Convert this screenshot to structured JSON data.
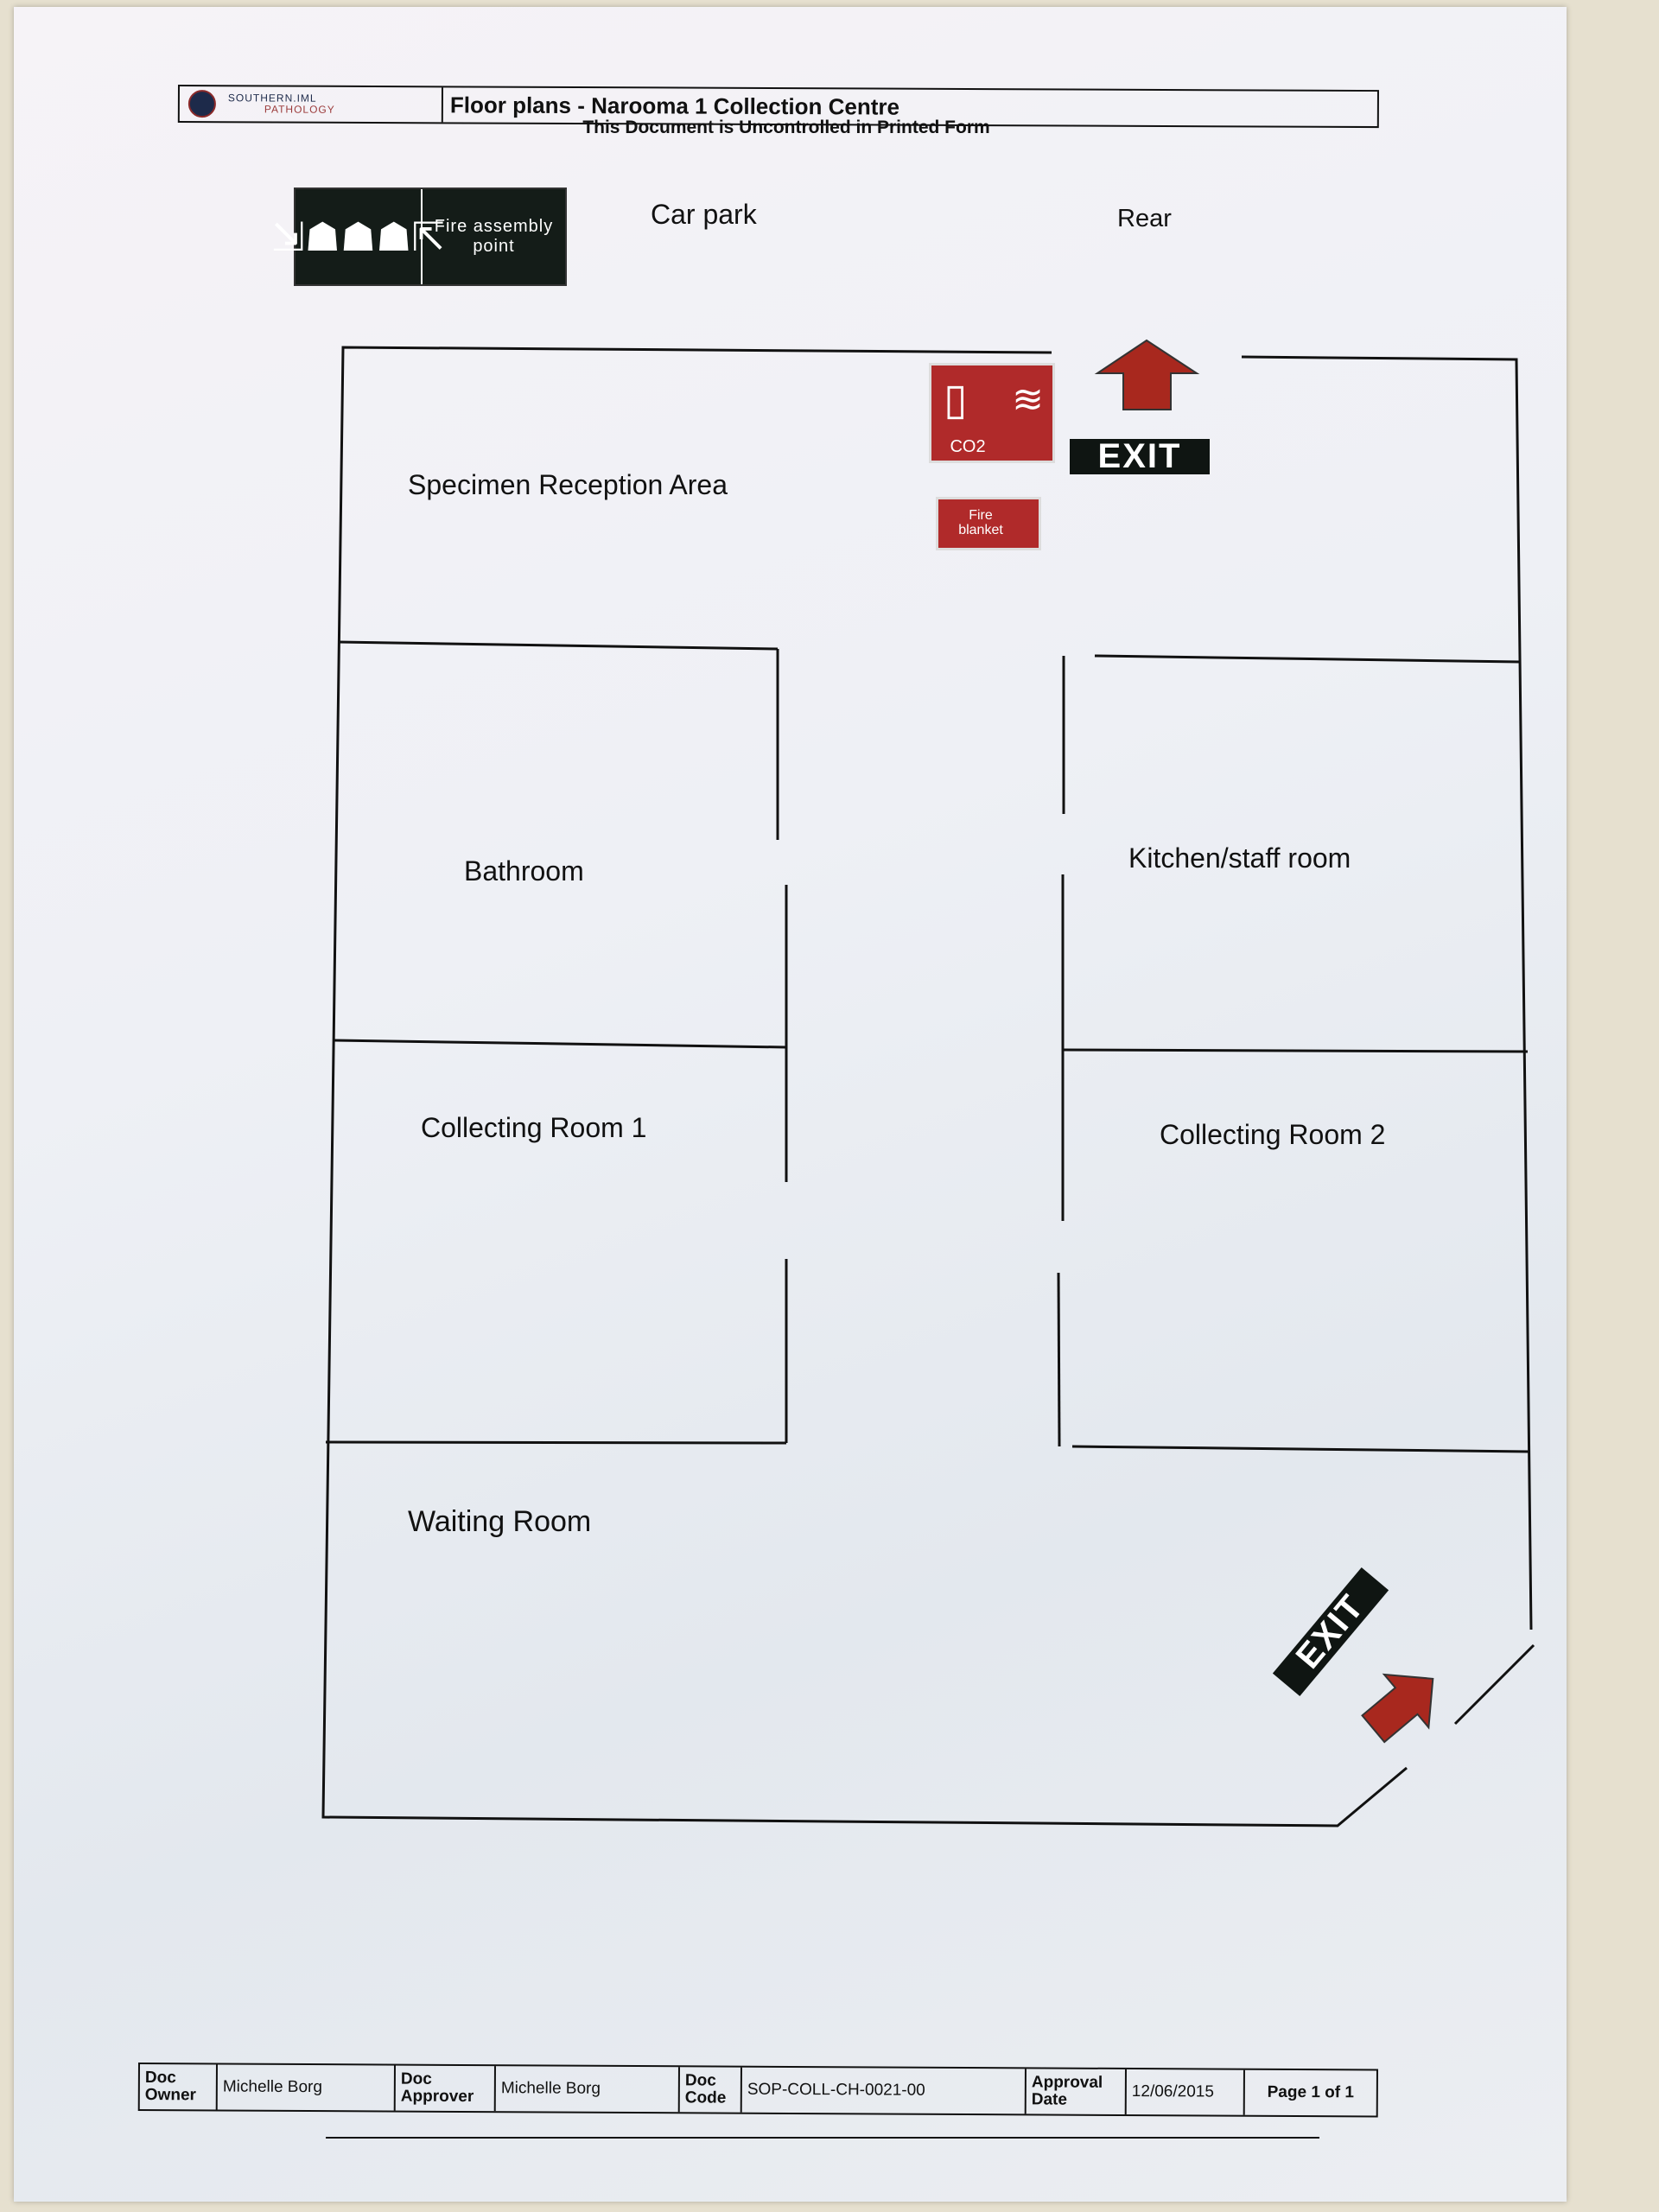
{
  "header": {
    "logo_line1": "SOUTHERN.IML",
    "logo_line2": "PATHOLOGY",
    "title": "Floor plans - Narooma 1 Collection Centre",
    "subtitle": "This Document is Uncontrolled in Printed Form"
  },
  "signs": {
    "assembly_point": "Fire assembly point",
    "extinguisher": "CO2",
    "fire_blanket": "Fire blanket",
    "exit_top": "EXIT",
    "exit_bottom": "EXIT"
  },
  "outside": {
    "car_park": "Car park",
    "rear": "Rear"
  },
  "rooms": {
    "specimen": "Specimen Reception Area",
    "bathroom": "Bathroom",
    "kitchen": "Kitchen/staff room",
    "collecting1": "Collecting Room 1",
    "collecting2": "Collecting Room 2",
    "waiting": "Waiting Room"
  },
  "footer": {
    "owner_label": "Doc Owner",
    "owner": "Michelle Borg",
    "approver_label": "Doc Approver",
    "approver": "Michelle Borg",
    "code_label": "Doc Code",
    "code": "SOP-COLL-CH-0021-00",
    "date_label": "Approval Date",
    "date": "12/06/2015",
    "page": "Page 1 of 1"
  },
  "colors": {
    "sign_red": "#b02a2a",
    "sign_black": "#0f1512"
  }
}
